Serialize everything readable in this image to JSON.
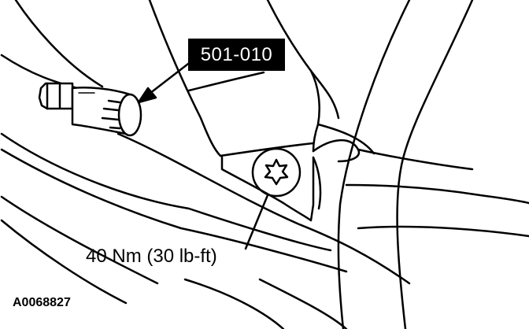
{
  "tool": {
    "number": "501-010"
  },
  "torque": {
    "spec": "40 Nm (30 lb-ft)"
  },
  "figure": {
    "id": "A0068827"
  },
  "colors": {
    "ink": "#000000",
    "paper": "#ffffff"
  },
  "icons": {
    "bolt": "torx-bolt-icon",
    "socket": "torx-socket-icon"
  }
}
